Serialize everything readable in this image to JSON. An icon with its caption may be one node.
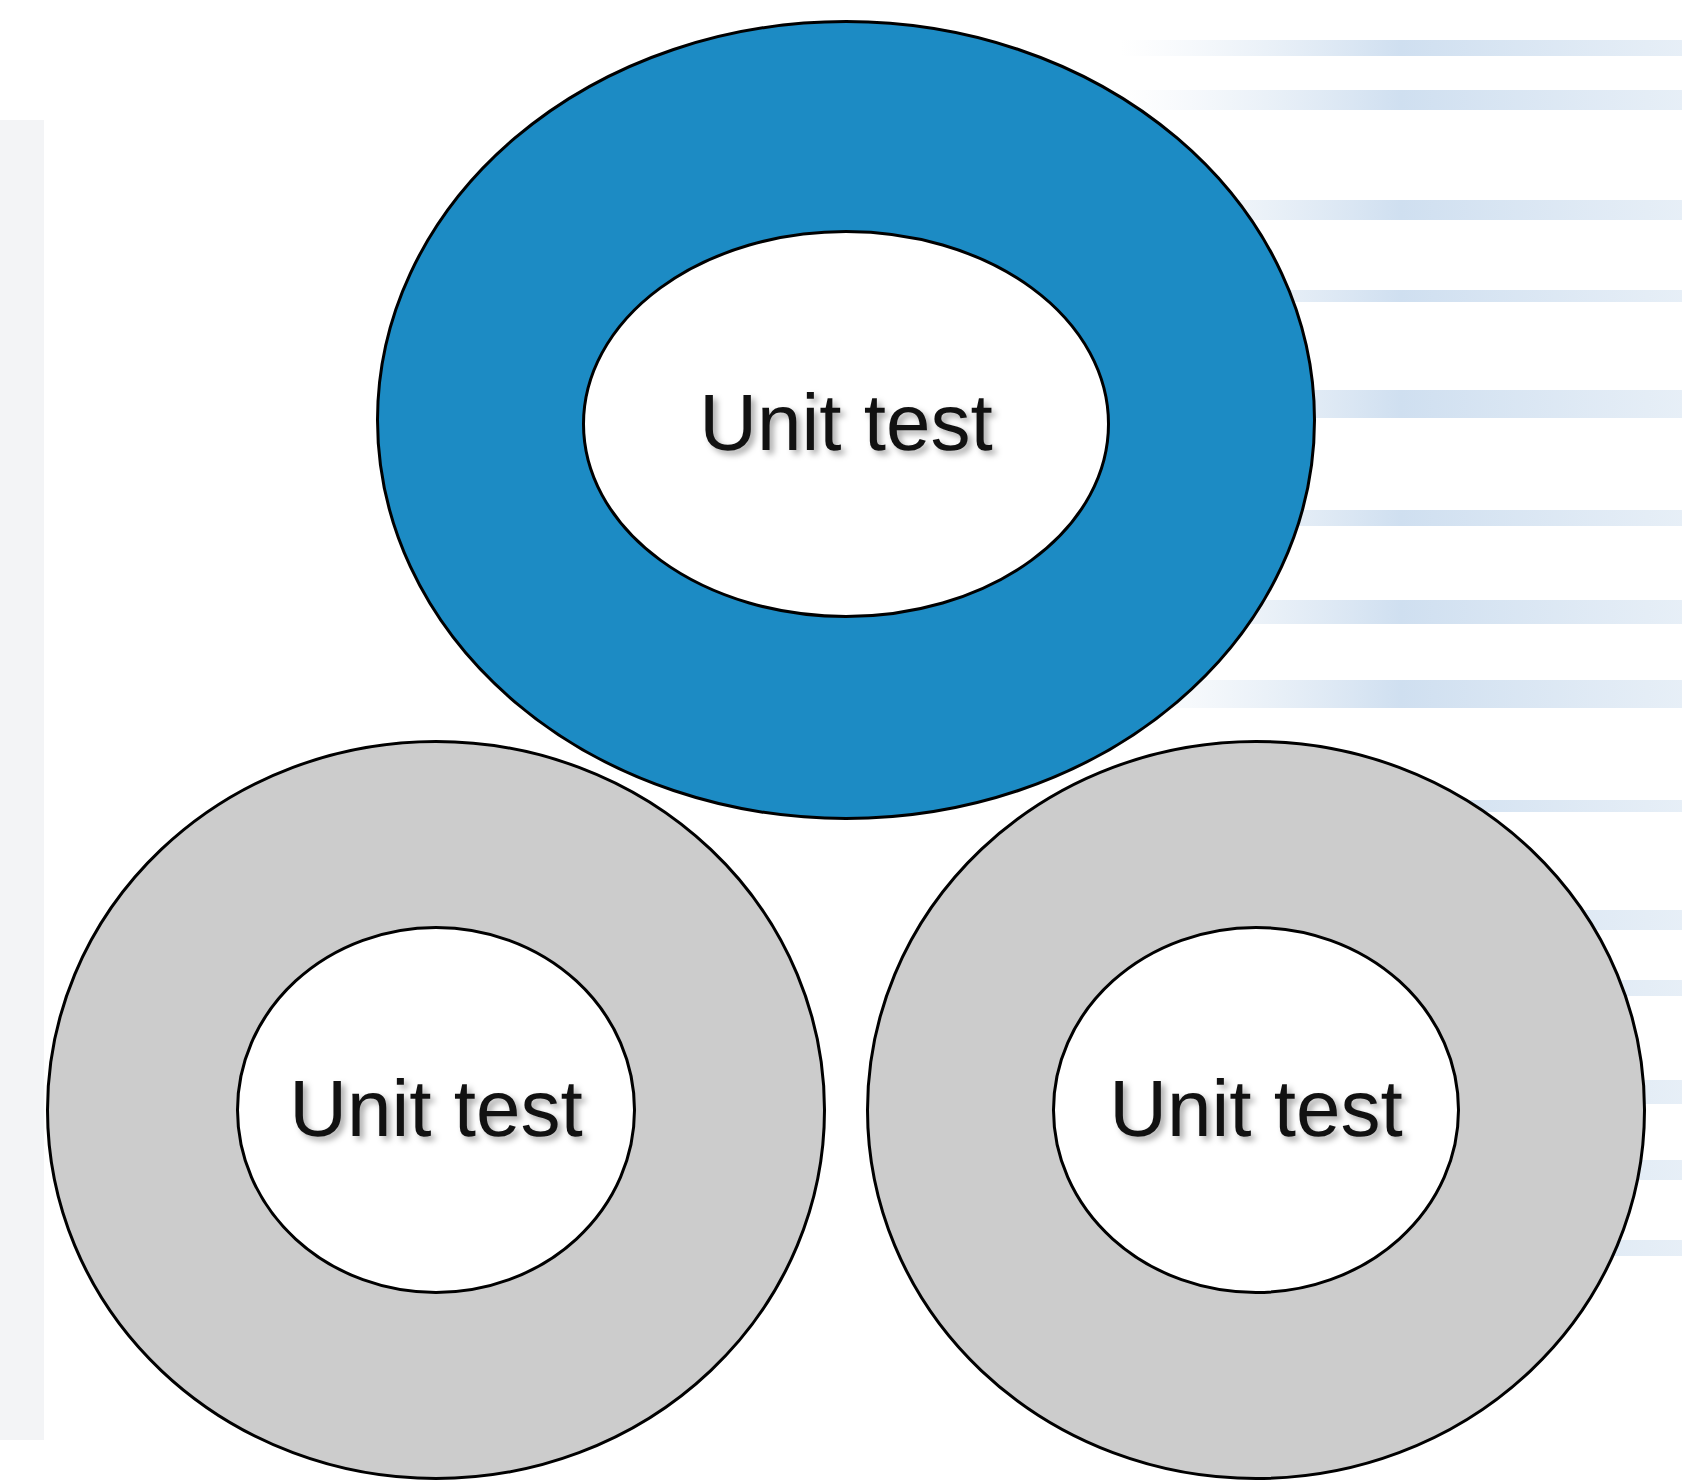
{
  "diagram": {
    "nodes": [
      {
        "text": [],
        "shape": "circle"
      },
      {
        "text": [
          "Unit test"
        ],
        "in": 0
      },
      {
        "text": [],
        "shape": "circle"
      },
      {
        "text": [
          "Unit test"
        ],
        "in": 2
      },
      {
        "text": [],
        "shape": "circle"
      },
      {
        "text": [
          "Unit test"
        ],
        "in": 4
      }
    ]
  }
}
